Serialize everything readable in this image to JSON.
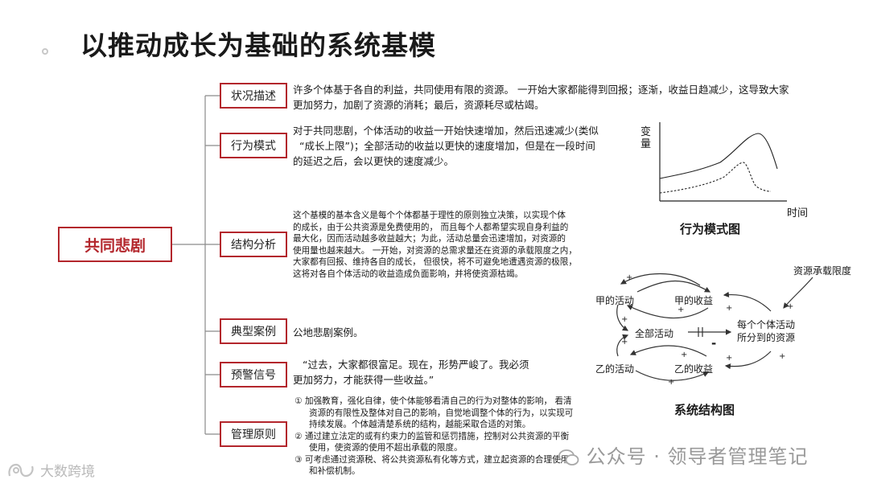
{
  "header": {
    "title": "以推动成长为基础的系统基模"
  },
  "root": {
    "label": "共同悲剧"
  },
  "categories": [
    {
      "label": "状况描述",
      "lines": [
        "许多个体基于各自的利益，共同使用有限的资源。 一开始大家都能得到回报；逐渐，收益日趋减少，这导致大家",
        "更加努力，加剧了资源的消耗；最后，资源耗尽或枯竭。"
      ]
    },
    {
      "label": "行为模式",
      "lines": [
        "对于共同悲剧，个体活动的收益一开始快速增加，然后迅速减少(类似",
        "“成长上限”)；全部活动的收益以更快的速度增加，但是在一段时间",
        "的延迟之后，会以更快的速度减少。"
      ]
    },
    {
      "label": "结构分析",
      "lines": [
        "这个基模的基本含义是每个个体都基于理性的原则独立决策，以实现个体",
        "的成长，由于公共资源是免费使用的，  而且每个人都希望实现自身利益的",
        "最大化，因而活动越多收益越大；为此，活动总量会迅速增加，对资源的",
        "使用量也越来越大。 一开始，对资源的总需求量还在资源的承载限度之内，",
        "大家都有回报、维持各自的成长，  但很快，将不可避免地遭遇资源的极限，",
        "这将对各自个体活动的收益造成负面影响，并将使资源枯竭。"
      ]
    },
    {
      "label": "典型案例",
      "lines": [
        "公地悲剧案例。"
      ]
    },
    {
      "label": "预警信号",
      "lines": [
        "“过去，大家都很富足。现在，形势严峻了。我必须",
        "更加努力，才能获得一些收益。”"
      ]
    },
    {
      "label": "管理原则",
      "items": [
        "①  加强教育，强化自律，使个体能够看清自己的行为对整体的影响，  看清",
        "    资源的有限性及整体对自己的影响，自觉地调整个体的行为，以实现可",
        "    持续发展。个体越清楚系统的结构，越能采取合适的对策。",
        "②  通过建立法定的或有约束力的监管和惩罚措施，控制对公共资源的平衡",
        "    使用，使资源的使用不超出承载的限度。",
        "③  可考虑通过资源税、将公共资源私有化等方式，建立起资源的合理使用",
        "    和补偿机制。"
      ]
    }
  ],
  "behavior_chart": {
    "ylabel_line1": "变",
    "ylabel_line2": "量",
    "xlabel": "时间",
    "caption": "行为模式图"
  },
  "structure_diagram": {
    "caption": "系统结构图",
    "nodes": {
      "a_activity": "甲的活动",
      "a_gain": "甲的收益",
      "total_activity": "全部活动",
      "b_activity": "乙的活动",
      "b_gain": "乙的收益",
      "per_capita_line1": "每个个体活动",
      "per_capita_line2": "所分到的资源",
      "capacity": "资源承载限度"
    },
    "signs": {
      "plus": "+",
      "minus": "-",
      "delay": "||"
    }
  },
  "watermarks": {
    "left_text": "大数跨境",
    "right_prefix": "公众号 · ",
    "right_name": "领导者管理笔记"
  },
  "colors": {
    "accent": "#b3262c",
    "text": "#222222",
    "line": "#555555"
  }
}
